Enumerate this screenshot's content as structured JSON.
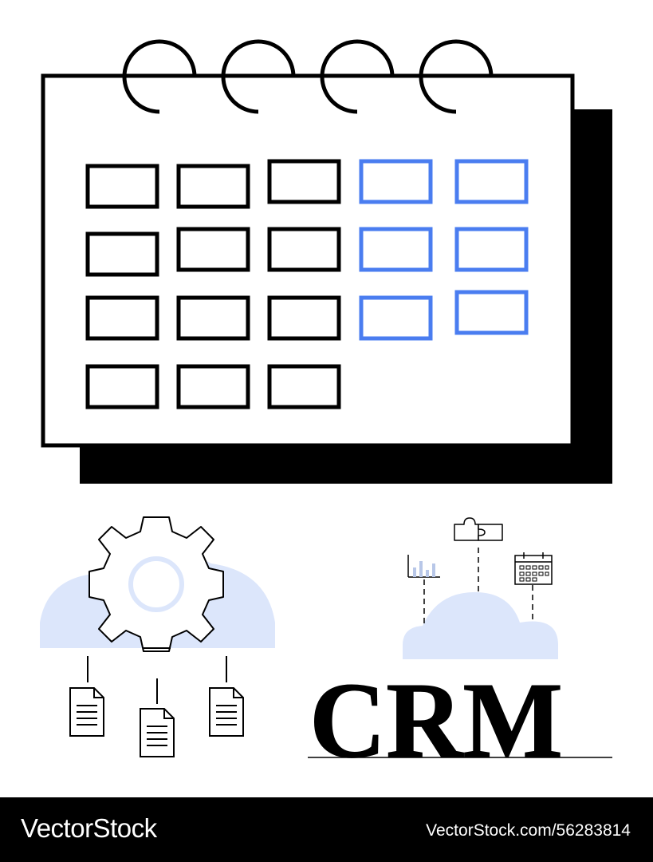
{
  "crm_word": "CRM",
  "footer": {
    "brand": "VectorStock",
    "stock_id": "VectorStock.com/56283814"
  },
  "colors": {
    "ink": "#000000",
    "accent_blue": "#4a7df0",
    "cloud_fill": "#dce6fb",
    "background": "#ffffff"
  },
  "icons": [
    "calendar-icon",
    "gear-icon",
    "cloud-icon",
    "document-icon",
    "puzzle-icon",
    "bar-chart-icon",
    "crm-text"
  ]
}
